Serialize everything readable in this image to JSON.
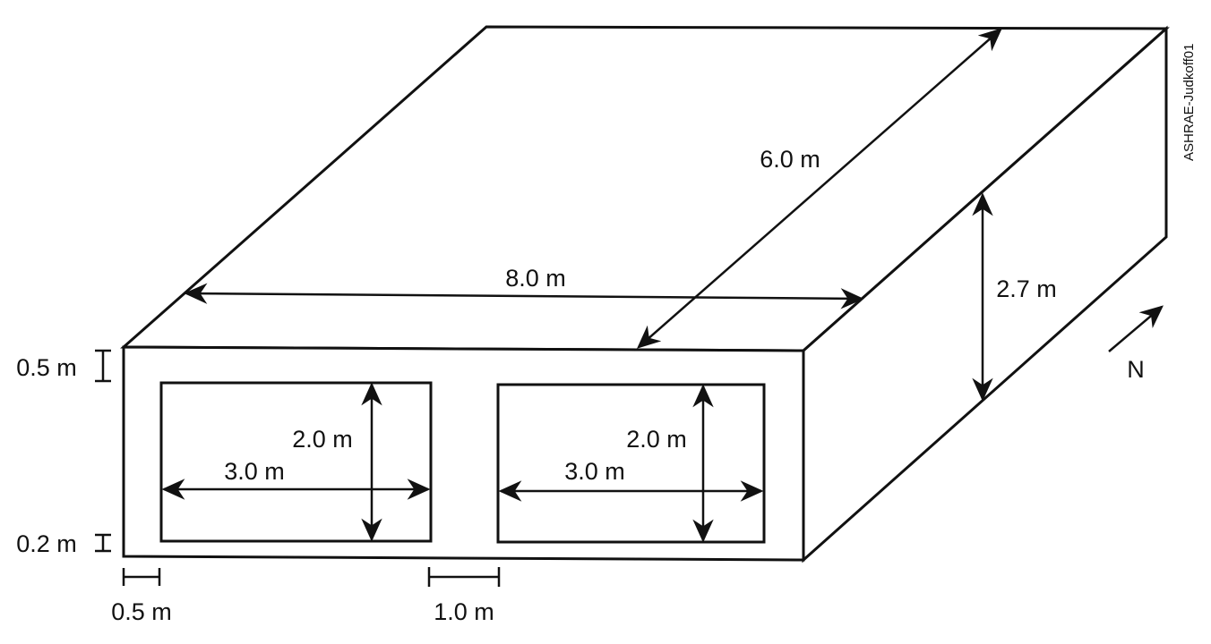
{
  "diagram": {
    "dimensions": {
      "length": "8.0 m",
      "depth": "6.0 m",
      "height": "2.7 m",
      "sill_height": "0.5 m",
      "head_gap": "0.2 m",
      "side_offset": "0.5 m",
      "window_spacing": "1.0 m"
    },
    "windows": [
      {
        "width": "3.0 m",
        "height": "2.0 m"
      },
      {
        "width": "3.0 m",
        "height": "2.0 m"
      }
    ],
    "north_label": "N",
    "credit": "ASHRAE-Judkoff01"
  }
}
